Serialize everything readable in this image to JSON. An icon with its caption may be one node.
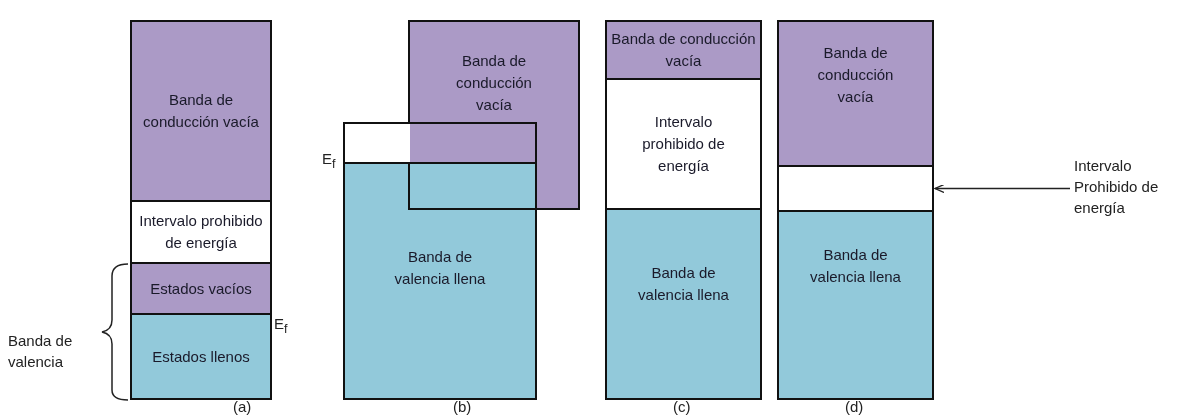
{
  "diagram": {
    "nodes": [
      {
        "text": [
          "Banda de conducción vacía"
        ]
      },
      {
        "text": [
          "Intervalo prohibido de energía"
        ]
      },
      {
        "text": [
          "Estados vacíos"
        ]
      },
      {
        "text": [
          "Estados llenos"
        ]
      },
      {
        "text": [
          "Banda de conducción vacía"
        ]
      },
      {
        "text": [],
        "shape": "box"
      },
      {
        "text": [
          "Banda de valencia llena"
        ]
      },
      {
        "text": [
          "Banda de conducción vacía"
        ]
      },
      {
        "text": [
          "Intervalo prohibido de energía"
        ]
      },
      {
        "text": [
          "Banda de valencia llena"
        ]
      },
      {
        "text": [
          "Banda de conducción vacía"
        ]
      },
      {
        "text": [],
        "shape": "box"
      },
      {
        "text": [
          "Banda de valencia llena"
        ]
      },
      {
        "text": [
          "Intervalo Prohibido de energía"
        ]
      }
    ],
    "edges": [
      {
        "from": 13,
        "to": 11,
        "arrow": "to"
      }
    ],
    "labels": [
      "Banda de valencia",
      "E$_{f}$",
      "E$_{f}$",
      "(a)",
      "(b)",
      "(c)",
      "(d)"
    ]
  }
}
